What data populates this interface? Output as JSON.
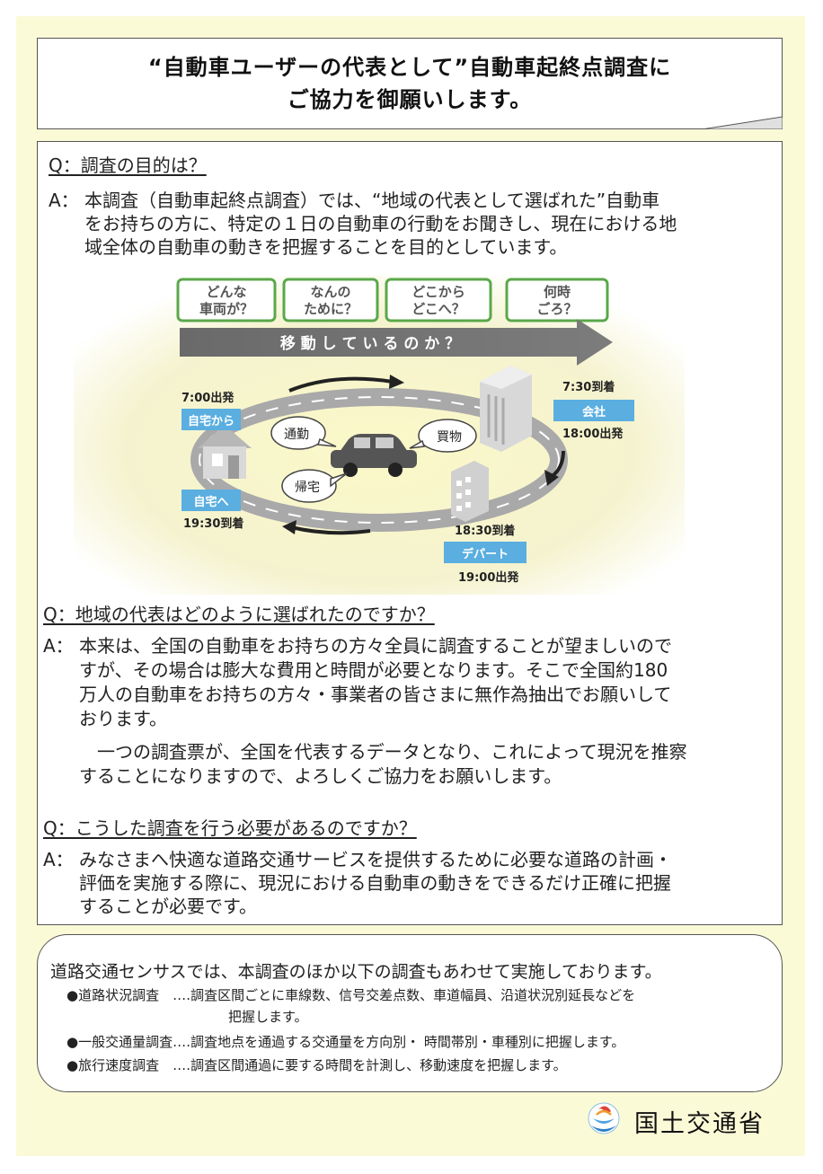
{
  "title": {
    "line1": "“自動車ユーザーの代表として”自動車起終点調査に",
    "line2": "ご協力を御願いします。"
  },
  "qa": [
    {
      "question": "Q：調査の目的は？",
      "answer_lead": "A：",
      "answer_lines": [
        "本調査（自動車起終点調査）では、“地域の代表として選ばれた”自動車",
        "をお持ちの方に、特定の１日の自動車の行動をお聞きし、現在における地",
        "域全体の自動車の動きを把握することを目的としています。"
      ]
    },
    {
      "question": "Q：地域の代表はどのように選ばれたのですか？",
      "answer_lead": "A：",
      "answer_lines": [
        "本来は、全国の自動車をお持ちの方々全員に調査することが望ましいので",
        "すが、その場合は膨大な費用と時間が必要となります。そこで全国約180",
        "万人の自動車をお持ちの方々・事業者の皆さまに無作為抽出でお願いして",
        "おります。",
        "　一つの調査票が、全国を代表するデータとなり、これによって現況を推察",
        "することになりますので、よろしくご協力をお願いします。"
      ]
    },
    {
      "question": "Q：こうした調査を行う必要があるのですか？",
      "answer_lead": "A：",
      "answer_lines": [
        "みなさまへ快適な道路交通サービスを提供するために必要な道路の計画・",
        "評価を実施する際に、現況における自動車の動きをできるだけ正確に把握",
        "することが必要です。"
      ]
    }
  ],
  "illustration": {
    "questions": [
      {
        "line1": "どんな",
        "line2": "車両が？"
      },
      {
        "line1": "なんの",
        "line2": "ために？"
      },
      {
        "line1": "どこから",
        "line2": "どこへ？"
      },
      {
        "line1": "何時",
        "line2": "ごろ？"
      }
    ],
    "arrow_text": "移 動 し て い る の か ？",
    "home_depart_time": "7:00出発",
    "home_from_label": "自宅から",
    "home_to_label": "自宅へ",
    "home_arrive_time": "19:30到着",
    "company_arrive_time": "7:30到着",
    "company_label": "会社",
    "company_depart_time": "18:00出発",
    "store_arrive_time": "18:30到着",
    "store_label": "デパート",
    "store_depart_time": "19:00出発",
    "bubble_commute": "通勤",
    "bubble_shopping": "買物",
    "bubble_return": "帰宅"
  },
  "census": {
    "intro": "道路交通センサスでは、本調査のほか以下の調査もあわせて実施しております。",
    "items": [
      {
        "name": "●道路状況調査　‥‥",
        "desc_line1": "調査区間ごとに車線数、信号交差点数、車道幅員、沿道状況別延長などを",
        "desc_line2": "把握します。"
      },
      {
        "name": "●一般交通量調査‥‥",
        "desc_line1": "調査地点を通過する交通量を方向別・ 時間帯別・車種別に把握します。",
        "desc_line2": ""
      },
      {
        "name": "●旅行速度調査　‥‥",
        "desc_line1": "調査区間通過に要する時間を計測し、移動速度を把握します。",
        "desc_line2": ""
      }
    ]
  },
  "ministry": {
    "name": "国土交通省",
    "logo_icon": "mlit-logo-icon"
  },
  "colors": {
    "page_background": "#fbfad7",
    "question_box_border": "#5aa84a",
    "label_blue": "#5aaee0",
    "arrow_gray": "#6d6d6d"
  }
}
